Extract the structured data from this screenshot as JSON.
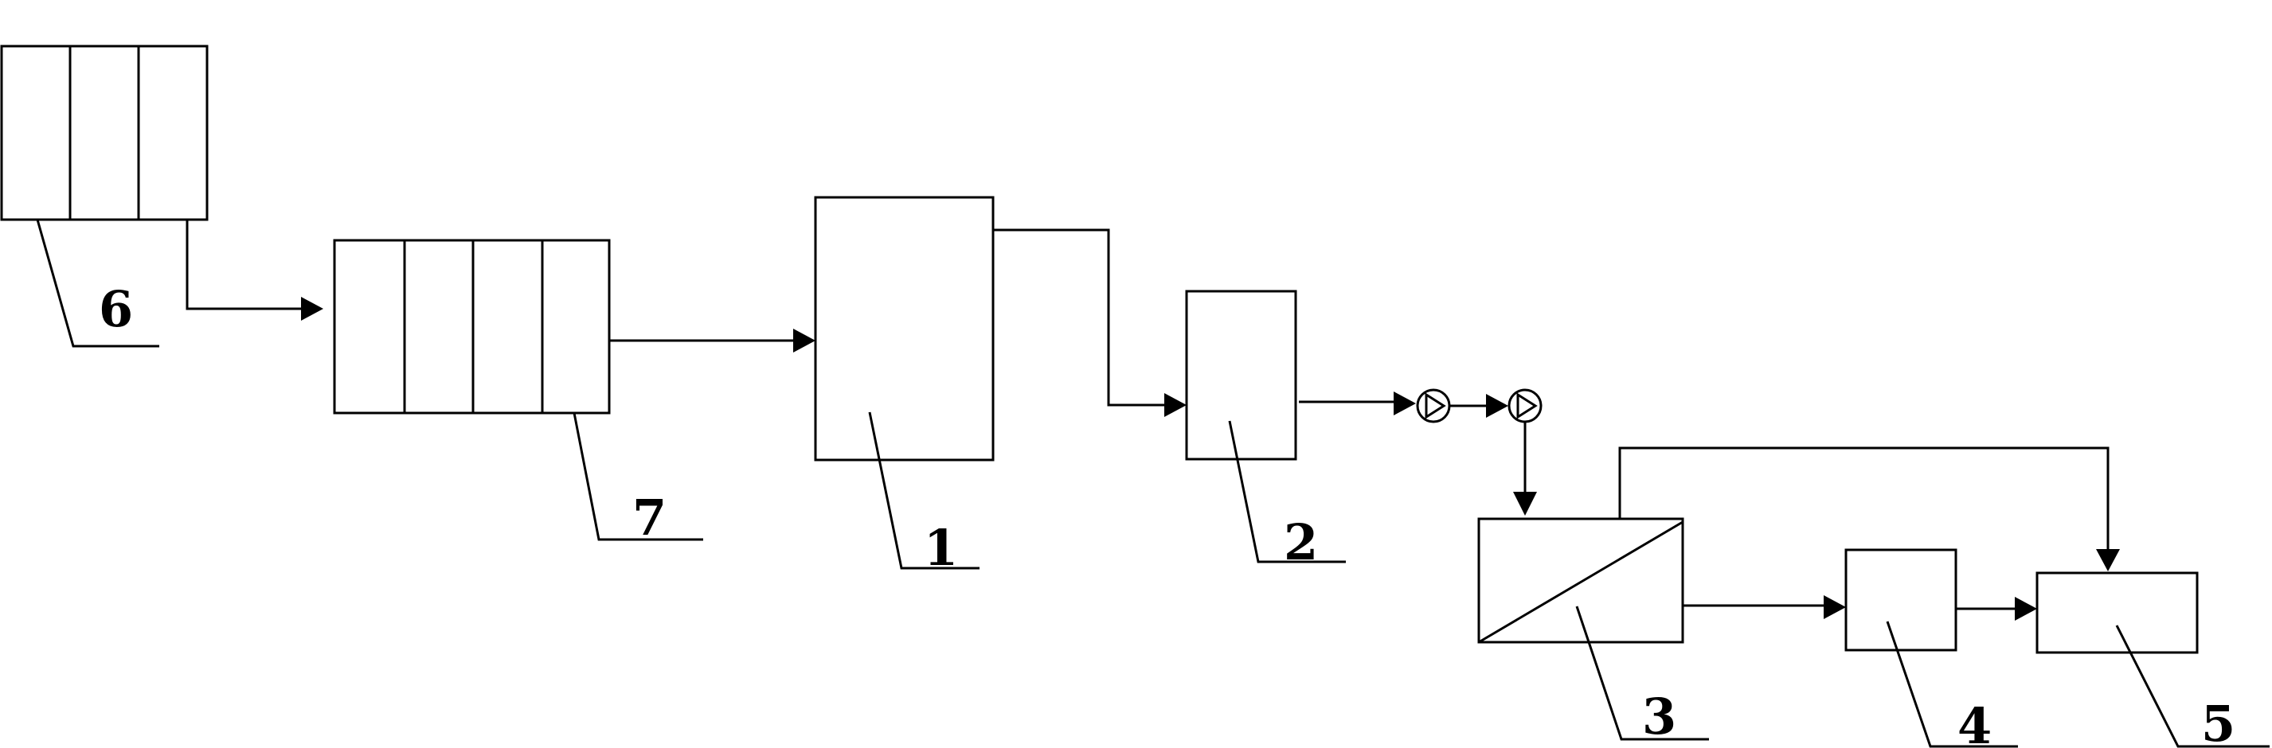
{
  "labels": {
    "unit_1": "1",
    "unit_2": "2",
    "unit_3": "3",
    "unit_4": "4",
    "unit_5": "5",
    "unit_6": "6",
    "unit_7": "7"
  },
  "icons": {
    "pump": "pump-icon",
    "arrow": "arrowhead-icon"
  }
}
